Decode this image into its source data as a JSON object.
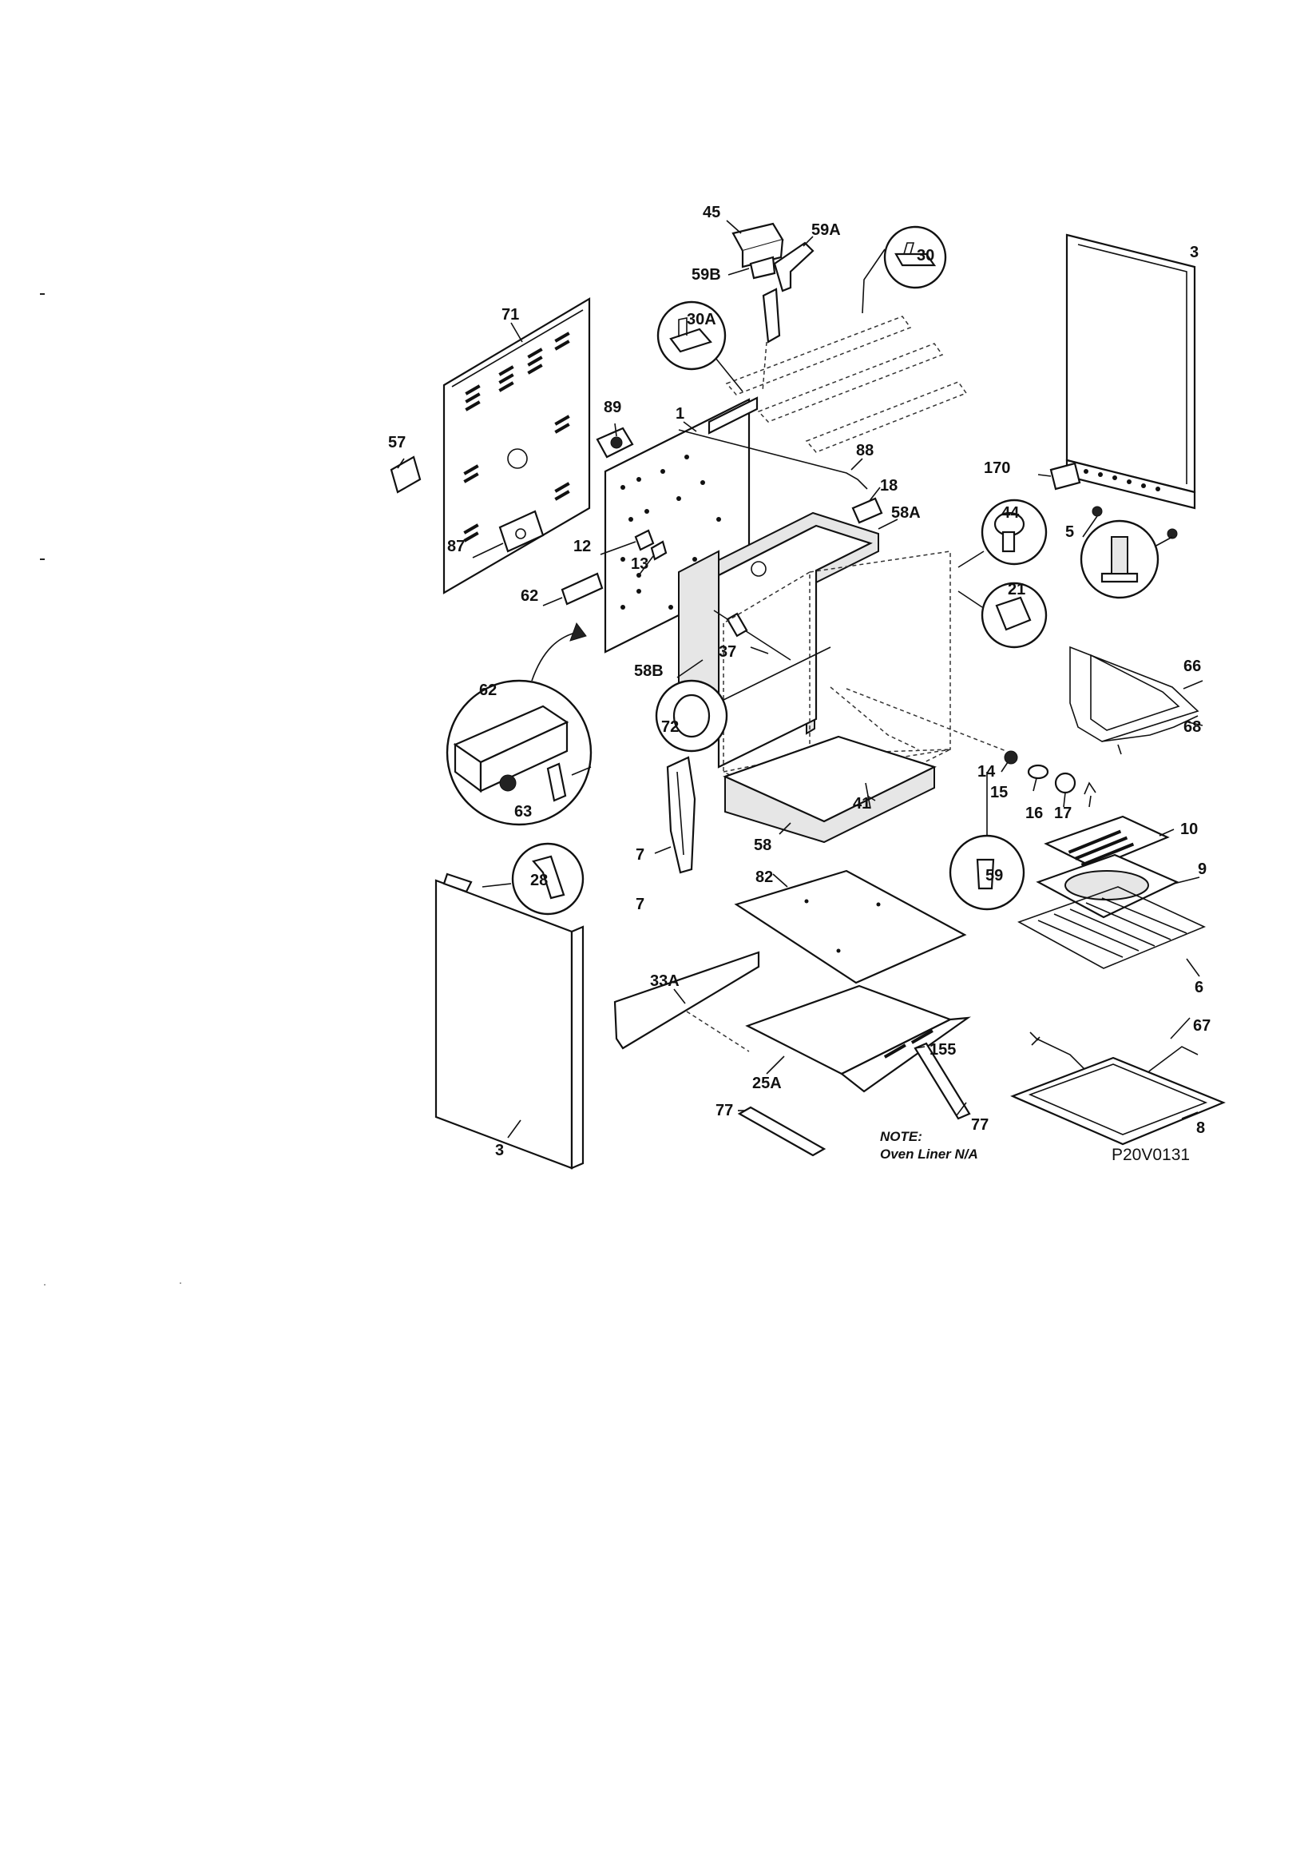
{
  "diagram": {
    "code": "P20V0131",
    "note": {
      "title": "NOTE:",
      "text": "Oven Liner N/A"
    },
    "part_labels": {
      "p45": "45",
      "p59A": "59A",
      "p59B": "59B",
      "p30": "30",
      "p30A": "30A",
      "p3_top": "3",
      "p71": "71",
      "p89": "89",
      "p1": "1",
      "p88": "88",
      "p18": "18",
      "p58A": "58A",
      "p57": "57",
      "p87": "87",
      "p12": "12",
      "p13": "13",
      "p170": "170",
      "p44": "44",
      "p5": "5",
      "p21": "21",
      "p62_small": "62",
      "p62_callout": "62",
      "p63": "63",
      "p37": "37",
      "p58B": "58B",
      "p72": "72",
      "p66": "66",
      "p68": "68",
      "p14": "14",
      "p15": "15",
      "p16": "16",
      "p17": "17",
      "p10": "10",
      "p9": "9",
      "p6": "6",
      "p41": "41",
      "p58": "58",
      "p7_a": "7",
      "p7_b": "7",
      "p59": "59",
      "p28": "28",
      "p82": "82",
      "p33A": "33A",
      "p67": "67",
      "p155": "155",
      "p25A": "25A",
      "p77_a": "77",
      "p77_b": "77",
      "p8": "8",
      "p3_bottom": "3"
    }
  }
}
